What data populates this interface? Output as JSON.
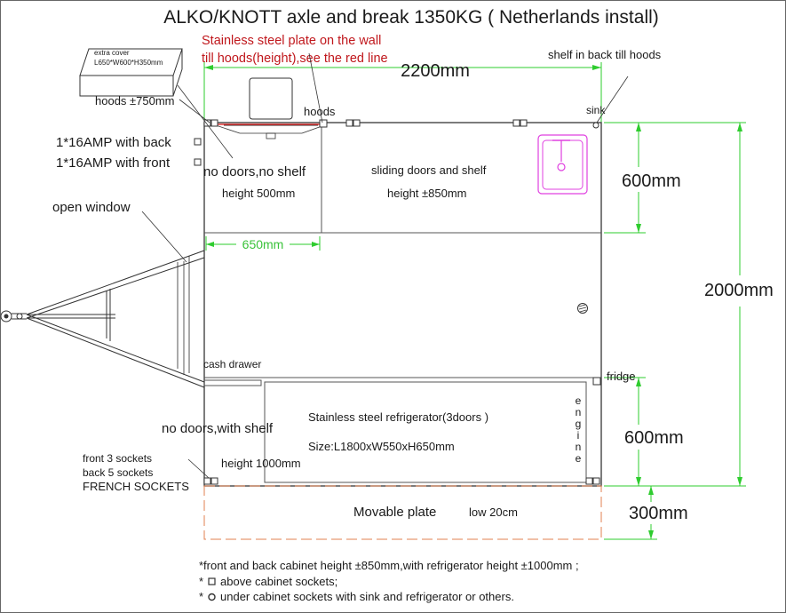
{
  "title": "ALKO/KNOTT axle and break 1350KG ( Netherlands install)",
  "red_note": {
    "line1": "Stainless steel plate on the wall",
    "line2": "till hoods(height),see the red line"
  },
  "extra_cover": {
    "line1": "extra cover",
    "line2": "L650*W600*H350mm"
  },
  "labels": {
    "hoods_left": "hoods  ±750mm",
    "hoods": "hoods",
    "shelf_back": "shelf in back till hoods",
    "sink": "sink",
    "amp_back": "1*16AMP with back",
    "amp_front": "1*16AMP with front",
    "no_doors_no_shelf": "no doors,no shelf",
    "height_500": "height 500mm",
    "sliding_doors": "sliding doors and shelf",
    "height_850": "height ±850mm",
    "open_window": "open window",
    "cash_drawer": "cash drawer",
    "fridge": "fridge",
    "no_doors_with_shelf": "no doors,with shelf",
    "height_1000": "height 1000mm",
    "refrigerator": "Stainless steel refrigerator(3doors )",
    "fridge_size": "Size:L1800xW550xH650mm",
    "engine": [
      "e",
      "n",
      "g",
      "i",
      "n",
      "e"
    ],
    "front_sockets": "front 3 sockets",
    "back_sockets": "back 5 sockets",
    "french_sockets": "FRENCH SOCKETS",
    "movable_plate": "Movable plate",
    "low_20cm": "low 20cm"
  },
  "dimensions": {
    "length": "2200mm",
    "back_depth": "600mm",
    "width": "2000mm",
    "front_depth": "600mm",
    "plate": "300mm",
    "hood_width": "650mm"
  },
  "notes": {
    "line1": "*front and back cabinet height ±850mm,with refrigerator height ±1000mm ;",
    "line2_prefix": "*",
    "line2_text": "above cabinet sockets;",
    "line3_prefix": "*",
    "line3_text": "under cabinet sockets with sink and refrigerator or others."
  },
  "colors": {
    "dimension": "#2ecc2e",
    "red_note": "#c0171c",
    "sink": "#e040e0",
    "plate": "#e08050"
  }
}
